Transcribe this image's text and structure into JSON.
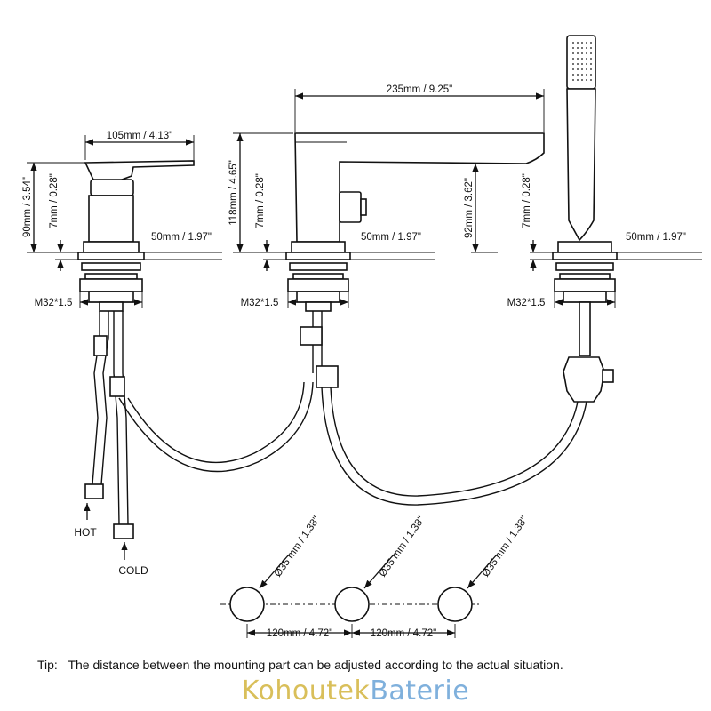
{
  "dimensions": {
    "mixer_width": "105mm / 4.13\"",
    "spout_length": "235mm / 9.25\"",
    "mixer_height": "90mm / 3.54\"",
    "spout_height": "118mm / 4.65\"",
    "spout_body_height": "92mm / 3.62\"",
    "deck_thickness_1": "7mm / 0.28\"",
    "deck_thickness_2": "7mm / 0.28\"",
    "deck_thickness_3": "7mm / 0.28\"",
    "shank_length_1": "50mm / 1.97\"",
    "shank_length_2": "50mm / 1.97\"",
    "shank_length_3": "50mm / 1.97\"",
    "thread_1": "M32*1.5",
    "thread_2": "M32*1.5",
    "thread_3": "M32*1.5",
    "hole_diameter_1": "Ø35 mm / 1.38\"",
    "hole_diameter_2": "Ø35 mm / 1.38\"",
    "hole_diameter_3": "Ø35 mm / 1.38\"",
    "hole_spacing_1": "120mm / 4.72\"",
    "hole_spacing_2": "120mm / 4.72\""
  },
  "labels": {
    "hot": "HOT",
    "cold": "COLD"
  },
  "tip": {
    "label": "Tip:",
    "text": "The distance between the mounting part can be adjusted according to the actual situation."
  },
  "brand": {
    "part1": "Kohoutek",
    "part2": "Baterie"
  }
}
